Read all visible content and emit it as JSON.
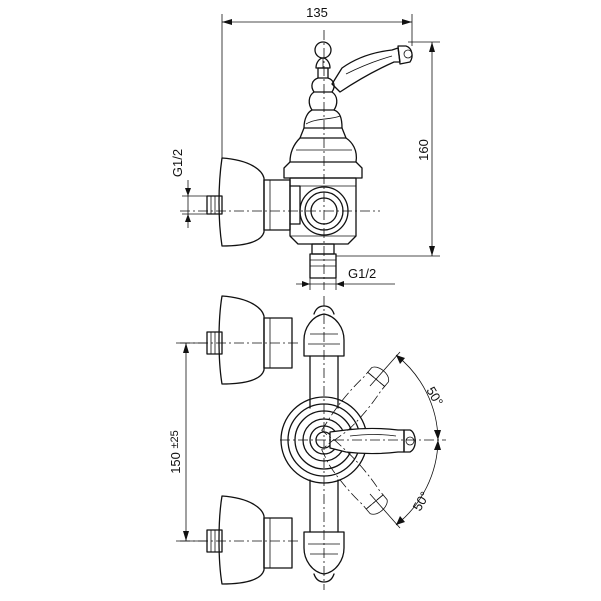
{
  "dimensions": {
    "width_total": "135",
    "height_total": "160",
    "inlet_side": "G1/2",
    "outlet_bottom": "G1/2",
    "inlet_spacing": "150",
    "inlet_spacing_tol": "±25",
    "angle_up": "50°",
    "angle_down": "50°"
  }
}
